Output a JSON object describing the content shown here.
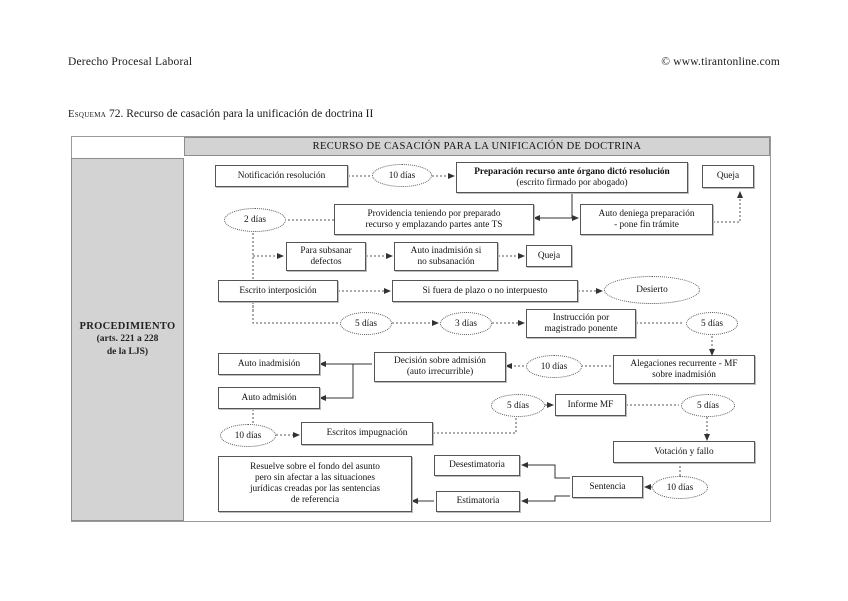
{
  "running_head": {
    "left": "Derecho Procesal Laboral",
    "right": "© www.tirantonline.com"
  },
  "caption": {
    "small_caps": "Esquema",
    "text": "72. Recurso de casación para la unificación de doctrina II"
  },
  "diagram": {
    "title": "RECURSO DE CASACIÓN PARA LA UNIFICACIÓN DE DOCTRINA",
    "sidebar": {
      "line1": "PROCEDIMIENTO",
      "line2": "(arts. 221 a 228",
      "line3": "de la LJS)"
    },
    "nodes": [
      {
        "id": "notificacion",
        "label": "Notificación resolución"
      },
      {
        "id": "preparacion_l1",
        "label": "Preparación recurso ante órgano dictó resolución"
      },
      {
        "id": "preparacion_l2",
        "label": "(escrito firmado por abogado)"
      },
      {
        "id": "queja_top",
        "label": "Queja"
      },
      {
        "id": "providencia_l1",
        "label": "Providencia teniendo por preparado"
      },
      {
        "id": "providencia_l2",
        "label": "recurso y emplazando partes ante TS"
      },
      {
        "id": "auto_deniega_l1",
        "label": "Auto deniega preparación"
      },
      {
        "id": "auto_deniega_l2",
        "label": "- pone fin trámite"
      },
      {
        "id": "subsanar_l1",
        "label": "Para subsanar"
      },
      {
        "id": "subsanar_l2",
        "label": "defectos"
      },
      {
        "id": "auto_inad_si_l1",
        "label": "Auto inadmisión si"
      },
      {
        "id": "auto_inad_si_l2",
        "label": "no subsanación"
      },
      {
        "id": "queja_mid",
        "label": "Queja"
      },
      {
        "id": "escrito_interp",
        "label": "Escrito interposición"
      },
      {
        "id": "si_fuera",
        "label": "Si fuera de plazo o no interpuesto"
      },
      {
        "id": "desierto",
        "label": "Desierto"
      },
      {
        "id": "instruccion_l1",
        "label": "Instrucción por"
      },
      {
        "id": "instruccion_l2",
        "label": "magistrado ponente"
      },
      {
        "id": "alegaciones_l1",
        "label": "Alegaciones recurrente - MF"
      },
      {
        "id": "alegaciones_l2",
        "label": "sobre inadmisión"
      },
      {
        "id": "decision_l1",
        "label": "Decisión sobre admisión"
      },
      {
        "id": "decision_l2",
        "label": "(auto irrecurrible)"
      },
      {
        "id": "auto_inadmision",
        "label": "Auto inadmisión"
      },
      {
        "id": "auto_admision",
        "label": "Auto admisión"
      },
      {
        "id": "informe_mf",
        "label": "Informe MF"
      },
      {
        "id": "escritos_imp",
        "label": "Escritos impugnación"
      },
      {
        "id": "votacion",
        "label": "Votación y fallo"
      },
      {
        "id": "sentencia",
        "label": "Sentencia"
      },
      {
        "id": "desestimatoria",
        "label": "Desestimatoria"
      },
      {
        "id": "estimatoria",
        "label": "Estimatoria"
      },
      {
        "id": "resuelve_l1",
        "label": "Resuelve sobre el fondo del asunto"
      },
      {
        "id": "resuelve_l2",
        "label": "pero sin afectar a las situaciones"
      },
      {
        "id": "resuelve_l3",
        "label": "jurídicas creadas por las sentencias"
      },
      {
        "id": "resuelve_l4",
        "label": "de referencia"
      }
    ],
    "deadlines": [
      {
        "id": "d10_top",
        "label": "10 días"
      },
      {
        "id": "d2",
        "label": "2 días"
      },
      {
        "id": "d5_a",
        "label": "5 días"
      },
      {
        "id": "d3",
        "label": "3 días"
      },
      {
        "id": "d5_right",
        "label": "5 días"
      },
      {
        "id": "d10_aleg",
        "label": "10 días"
      },
      {
        "id": "d5_informe",
        "label": "5 días"
      },
      {
        "id": "d5_votacion",
        "label": "5 días"
      },
      {
        "id": "d10_escritos",
        "label": "10 días"
      },
      {
        "id": "d10_sent",
        "label": "10 días"
      }
    ],
    "colors": {
      "panel_fill": "#d3d3d3",
      "panel_border": "#8d8d8d",
      "node_border": "#555555",
      "page_bg": "#ffffff"
    }
  }
}
